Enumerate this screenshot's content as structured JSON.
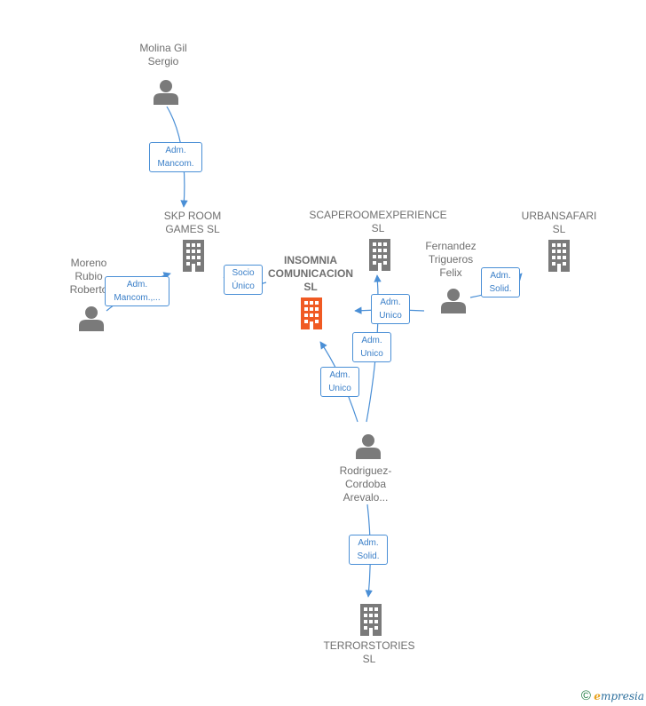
{
  "colors": {
    "edge": "#4a8fd6",
    "node_gray": "#7a7a7a",
    "node_main": "#f05a23"
  },
  "nodes": {
    "molina": {
      "label": "Molina Gil\nSergio",
      "icon": "person-icon"
    },
    "skp": {
      "label": "SKP ROOM\nGAMES  SL",
      "icon": "building-icon"
    },
    "moreno": {
      "label": "Moreno\nRubio\nRoberto",
      "icon": "person-icon"
    },
    "insomnia": {
      "label": "INSOMNIA\nCOMUNICACION\nSL",
      "icon": "building-icon"
    },
    "scaperoom": {
      "label": "SCAPEROOMEXPERIENCE\nSL",
      "icon": "building-icon"
    },
    "fernandez": {
      "label": "Fernandez\nTrigueros\nFelix",
      "icon": "person-icon"
    },
    "urbansafari": {
      "label": "URBANSAFARI\nSL",
      "icon": "building-icon"
    },
    "rodriguez": {
      "label": "Rodriguez-\nCordoba\nArevalo...",
      "icon": "person-icon"
    },
    "terrorstories": {
      "label": "TERRORSTORIES\nSL",
      "icon": "building-icon"
    }
  },
  "edges": {
    "molina_skp": "Adm.\nMancom.",
    "moreno_skp": "Adm.\nMancom.,...",
    "skp_insomnia": "Socio\nÚnico",
    "fernandez_insomnia": "Adm.\nUnico",
    "fernandez_urban": "Adm.\nSolid.",
    "rodriguez_scape": "Adm.\nUnico",
    "rodriguez_insomnia": "Adm.\nUnico",
    "rodriguez_terror": "Adm.\nSolid."
  },
  "footer": {
    "copyright": "©",
    "brand_initial": "e",
    "brand_rest": "mpresia"
  }
}
